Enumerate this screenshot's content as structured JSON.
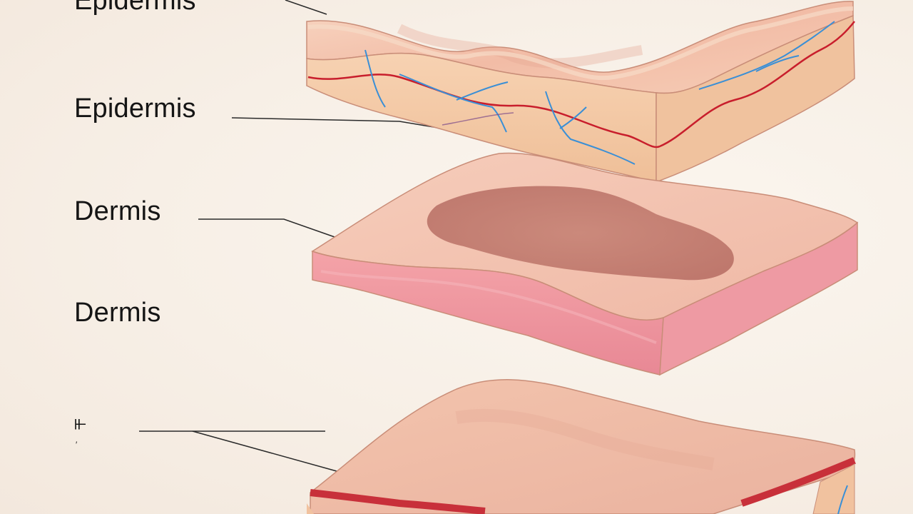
{
  "labels": {
    "top_partial": "Epidermis",
    "epidermis": "Epidermis",
    "dermis_1": "Dermis",
    "dermis_2": "Dermis",
    "bottom_partial": "⫦",
    "bottom_partial_small": "′"
  },
  "colors": {
    "skin_top": "#f5c7b0",
    "skin_side": "#f3c9a6",
    "dermis_top": "#f1b8a2",
    "dermis_side": "#ec8f9a",
    "blood_vessel_red": "#c81e2c",
    "blood_vessel_blue": "#3a8fd6",
    "leader_line": "#2a2a2a"
  }
}
